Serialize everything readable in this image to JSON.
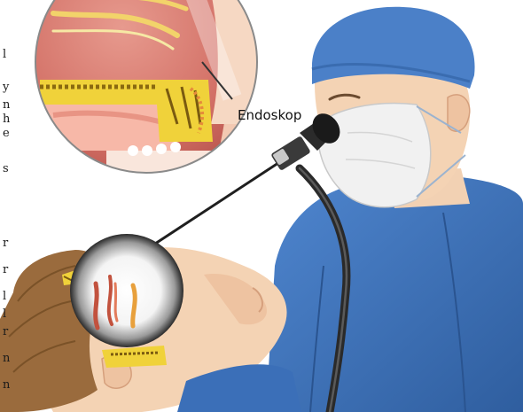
{
  "labels": {
    "endoscope": "Endoskop"
  },
  "margin_text_fragments": [
    "l",
    "y",
    "n",
    "h",
    "e",
    "s",
    "r",
    "r",
    "l",
    "l",
    "r",
    "n",
    "n"
  ],
  "colors": {
    "scrubs": "#3b6fb8",
    "scrubs_dark": "#2d5a9a",
    "cap": "#4a80c8",
    "skin": "#f4d3b4",
    "skin_shadow": "#e8bb98",
    "mask": "#f1f1f1",
    "hair": "#9a6b3d",
    "endoscope": "#2a2a2a",
    "tissue": "#d8766c",
    "bone": "#f0d23a"
  }
}
